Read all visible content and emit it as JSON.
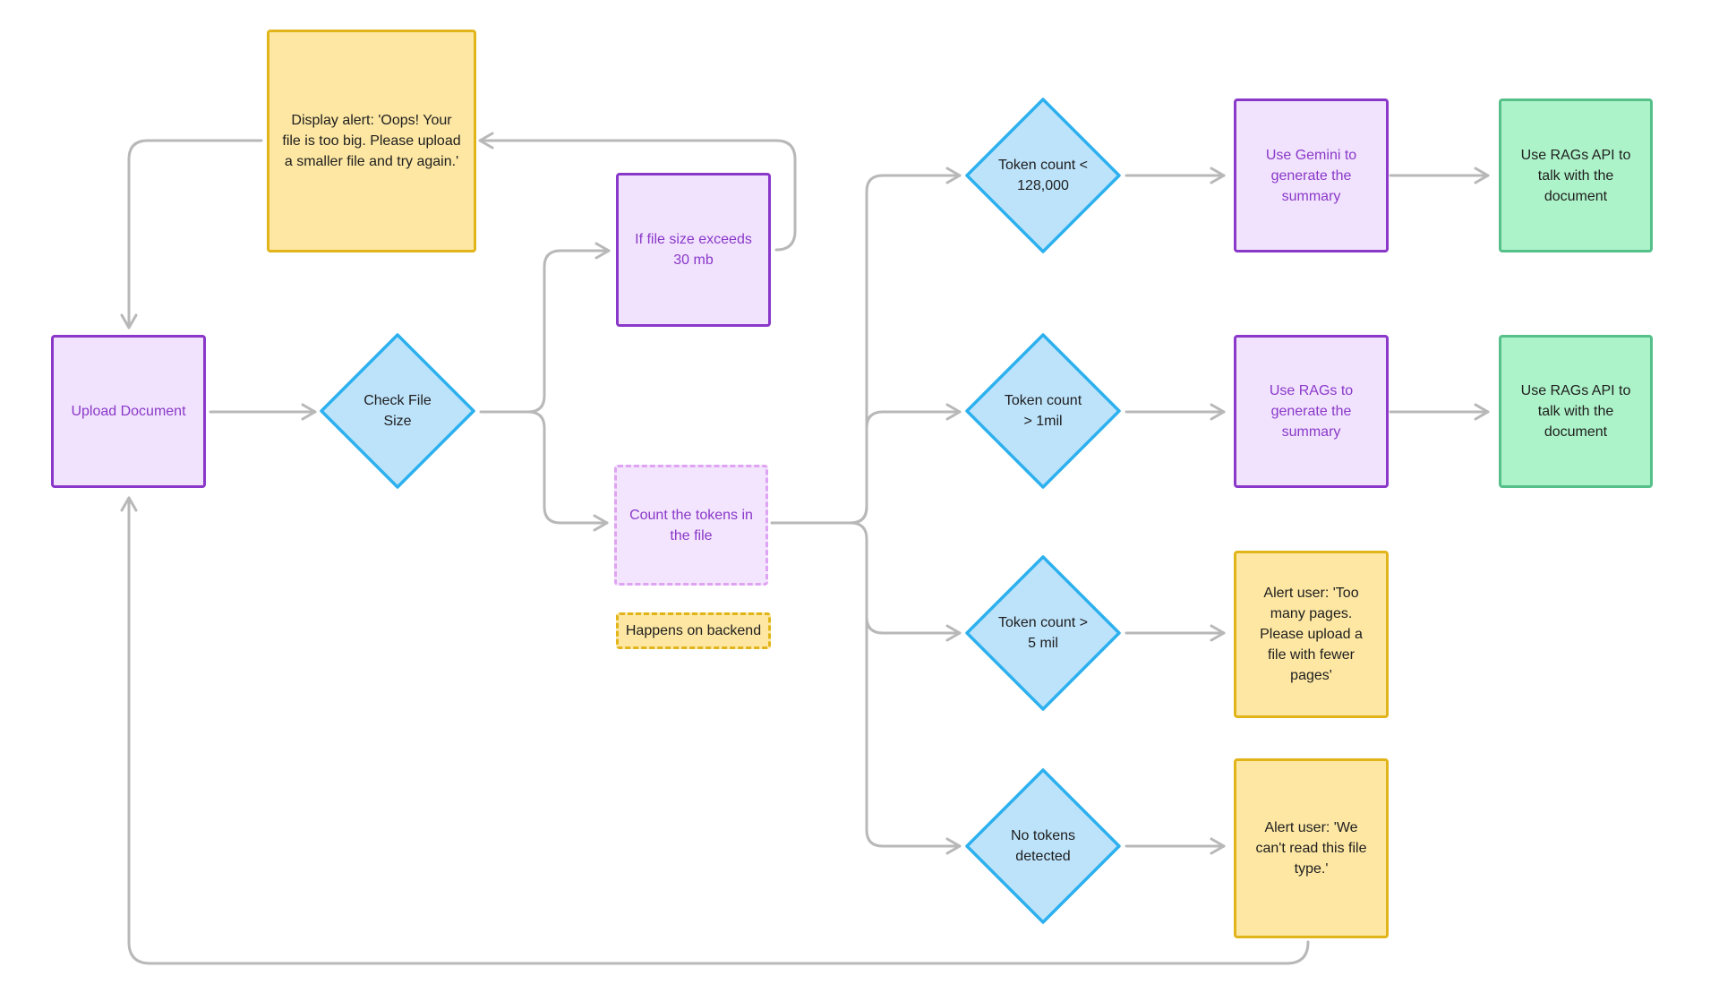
{
  "colors": {
    "connector": "#b8b8b8",
    "diamond_fill": "#bde3fb",
    "diamond_stroke": "#2cb0ee",
    "process_fill": "#f1e3fd",
    "process_stroke": "#8a38c9",
    "alert_fill": "#fde7a3",
    "alert_stroke": "#e1b519",
    "result_fill": "#adf3c9",
    "result_stroke": "#55c08a"
  },
  "nodes": {
    "upload_document": "Upload Document",
    "check_file_size": "Check File Size",
    "size_alert": "Display alert: 'Oops! Your file is too big. Please upload a smaller file and try again.'",
    "file_size_exceeds": "If file size exceeds 30 mb",
    "count_tokens": "Count the tokens in the file",
    "backend_note": "Happens on backend",
    "token_lt_128k": "Token count < 128,000",
    "token_gt_1mil": "Token count > 1mil",
    "token_gt_5mil": "Token count > 5 mil",
    "no_tokens": "No tokens detected",
    "gemini_summary": "Use Gemini to generate the summary",
    "rags_summary": "Use RAGs to generate the summary",
    "rags_api_1": "Use RAGs API to talk with the document",
    "rags_api_2": "Use RAGs API to talk with the document",
    "too_many_pages_alert": "Alert user: 'Too many pages. Please upload a file with fewer pages'",
    "unreadable_alert": "Alert user: 'We can't read this file type.'"
  }
}
